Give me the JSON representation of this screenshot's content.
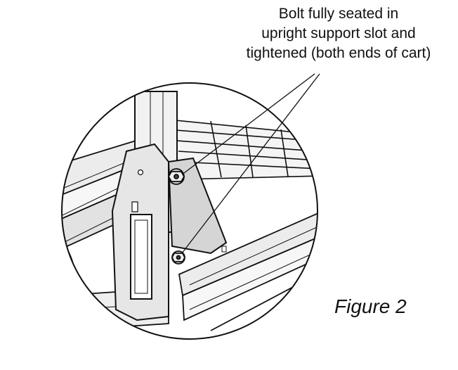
{
  "callout": {
    "lines": [
      "Bolt fully seated in",
      "upright support slot and",
      "tightened (both ends of cart)"
    ]
  },
  "figure_label": "Figure 2",
  "icons": [
    "bolt-icon",
    "wheel-icon",
    "wire-shelf-icon"
  ]
}
